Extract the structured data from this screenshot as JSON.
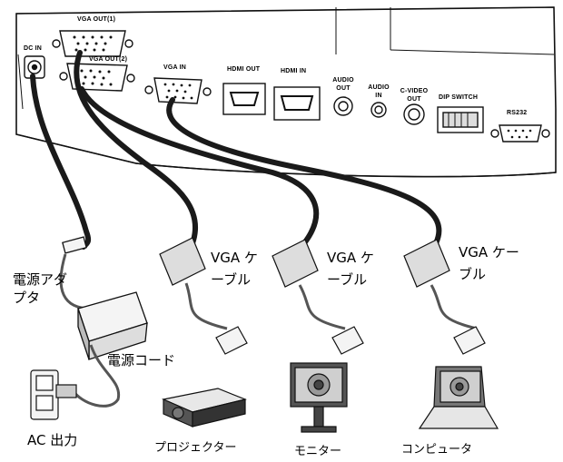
{
  "panel_labels": {
    "dc_in": "DC IN",
    "vga_out1": "VGA OUT(1)",
    "vga_out2": "VGA OUT(2)",
    "vga_in": "VGA IN",
    "hdmi_out": "HDMI OUT",
    "hdmi_in": "HDMI IN",
    "audio_out": "AUDIO OUT",
    "audio_in": "AUDIO IN",
    "c_video_out": "C-VIDEO OUT",
    "dip_switch": "DIP SWITCH",
    "rs232": "RS232"
  },
  "callouts": {
    "power_adapter": "電源アダプタ",
    "power_cord": "電源コード",
    "ac_outlet": "AC 出力",
    "vga_cable_1": "VGA ケーブル",
    "vga_cable_2": "VGA ケーブル",
    "vga_cable_3": "VGA ケーブル"
  },
  "devices": {
    "projector": "プロジェクター",
    "monitor": "モニター",
    "computer": "コンピュータ"
  },
  "colors": {
    "panel_line": "#111111",
    "cable": "#1a1a1a",
    "cable_highlight": "#8a8a8a",
    "device_light": "#f4f4f4"
  }
}
